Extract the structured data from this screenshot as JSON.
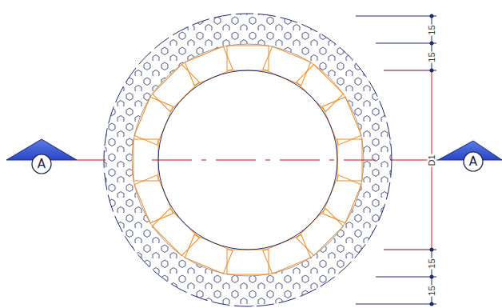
{
  "diagram": {
    "nodes": [
      {
        "text": [
          "A"
        ]
      },
      {
        "text": [
          "A"
        ]
      }
    ],
    "labels": [
      "15",
      "15",
      "D1",
      "15",
      "15"
    ]
  }
}
